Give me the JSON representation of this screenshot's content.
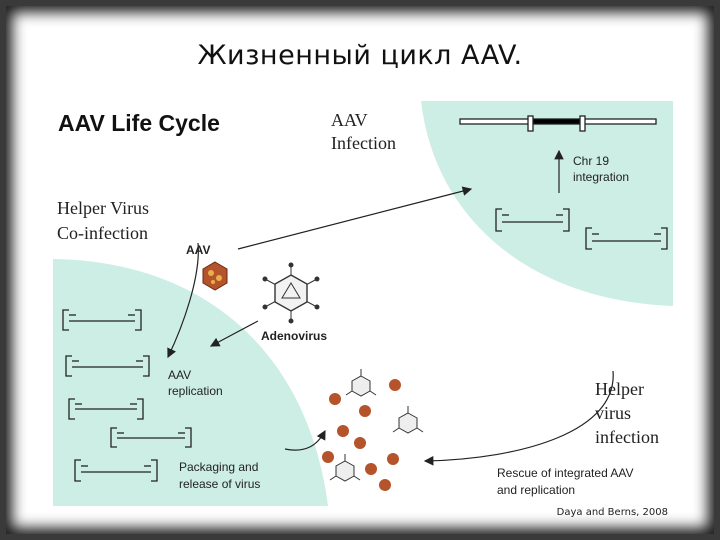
{
  "slide": {
    "title": "Жизненный цикл AAV.",
    "credit": "Daya and Berns, 2008"
  },
  "diagram": {
    "main_title": "AAV Life Cycle",
    "aav_infection_line1": "AAV",
    "aav_infection_line2": "Infection",
    "helper_coinfection_line1": "Helper Virus",
    "helper_coinfection_line2": "Co-infection",
    "chr19_line1": "Chr 19",
    "chr19_line2": "integration",
    "aav_label": "AAV",
    "adenovirus_label": "Adenovirus",
    "aav_replication_line1": "AAV",
    "aav_replication_line2": "replication",
    "helper_infection_line1": "Helper",
    "helper_infection_line2": "virus",
    "helper_infection_line3": "infection",
    "packaging_line1": "Packaging and",
    "packaging_line2": "release of virus",
    "rescue_line1": "Rescue of integrated AAV",
    "rescue_line2": "and replication"
  },
  "colors": {
    "cell": "#cdeee4",
    "aav_particle": "#b5532a",
    "line": "#222222"
  }
}
